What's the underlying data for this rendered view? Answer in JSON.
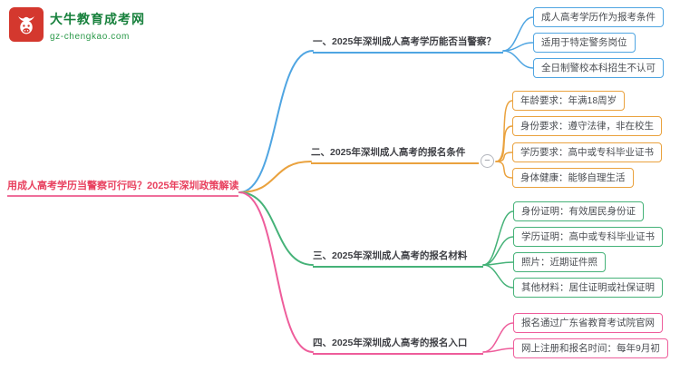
{
  "logo": {
    "title": "大牛教育成考网",
    "subtitle": "gz-chengkao.com",
    "icon": "bull-logo-icon",
    "brand_red": "#d4382e",
    "brand_green": "#17803c"
  },
  "root": {
    "label": "用成人高考学历当警察可行吗？2025年深圳政策解读",
    "color": "#e8415f",
    "underline_color": "#ef6f9b"
  },
  "collapse_glyph": "−",
  "branches": [
    {
      "label": "一、2025年深圳成人高考学历能否当警察？",
      "color": "#4fa5e2",
      "has_collapse": false,
      "children": [
        "成人高考学历作为报考条件",
        "适用于特定警务岗位",
        "全日制警校本科招生不认可"
      ]
    },
    {
      "label": "二、2025年深圳成人高考的报名条件",
      "color": "#eaa23e",
      "has_collapse": true,
      "children": [
        "年龄要求：年满18周岁",
        "身份要求：遵守法律，非在校生",
        "学历要求：高中或专科毕业证书",
        "身体健康：能够自理生活"
      ]
    },
    {
      "label": "三、2025年深圳成人高考的报名材料",
      "color": "#45b278",
      "has_collapse": false,
      "children": [
        "身份证明：有效居民身份证",
        "学历证明：高中或专科毕业证书",
        "照片：近期证件照",
        "其他材料：居住证明或社保证明"
      ]
    },
    {
      "label": "四、2025年深圳成人高考的报名入口",
      "color": "#ee5d9b",
      "has_collapse": false,
      "children": [
        "报名通过广东省教育考试院官网",
        "网上注册和报名时间：每年9月初"
      ]
    }
  ]
}
